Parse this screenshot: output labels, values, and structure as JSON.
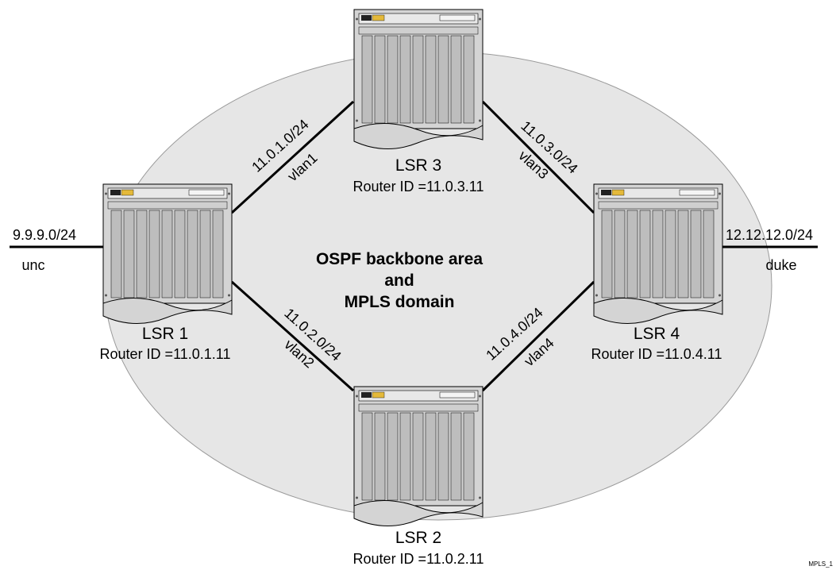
{
  "diagram": {
    "center_lines": [
      "OSPF backbone area",
      "and",
      "MPLS domain"
    ],
    "figure_id": "MPLS_1",
    "routers": [
      {
        "key": "lsr3",
        "name": "LSR 3",
        "router_id": "Router ID =11.0.3.11"
      },
      {
        "key": "lsr1",
        "name": "LSR 1",
        "router_id": "Router ID =11.0.1.11"
      },
      {
        "key": "lsr4",
        "name": "LSR 4",
        "router_id": "Router ID =11.0.4.11"
      },
      {
        "key": "lsr2",
        "name": "LSR 2",
        "router_id": "Router ID =11.0.2.11"
      }
    ],
    "links": [
      {
        "key": "l13",
        "subnet": "11.0.1.0/24",
        "vlan": "vlan1"
      },
      {
        "key": "l12",
        "subnet": "11.0.2.0/24",
        "vlan": "vlan2"
      },
      {
        "key": "l34",
        "subnet": "11.0.3.0/24",
        "vlan": "vlan3"
      },
      {
        "key": "l24",
        "subnet": "11.0.4.0/24",
        "vlan": "vlan4"
      }
    ],
    "external": [
      {
        "key": "left",
        "subnet": "9.9.9.0/24",
        "name": "unc"
      },
      {
        "key": "right",
        "subnet": "12.12.12.0/24",
        "name": "duke"
      }
    ]
  }
}
